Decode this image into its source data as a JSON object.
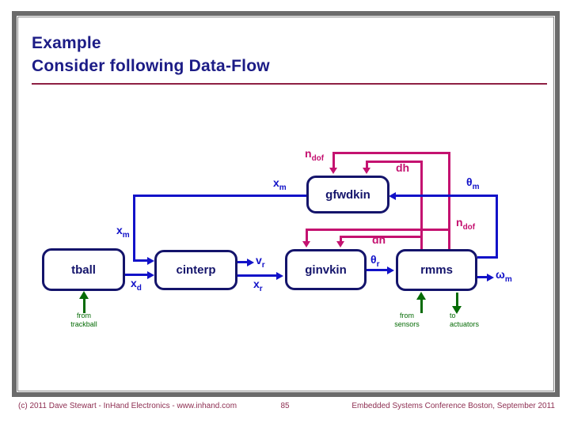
{
  "slide": {
    "title_line1": "Example",
    "title_line2": "Consider following Data-Flow"
  },
  "boxes": {
    "tball": "tball",
    "cinterp": "cinterp",
    "gfwdkin": "gfwdkin",
    "ginvkin": "ginvkin",
    "rmms": "rmms"
  },
  "signals": {
    "ndof": {
      "base": "n",
      "sub": "dof"
    },
    "dh": {
      "base": "dh",
      "sub": ""
    },
    "xm": {
      "base": "x",
      "sub": "m"
    },
    "xd": {
      "base": "x",
      "sub": "d"
    },
    "vr": {
      "base": "v",
      "sub": "r"
    },
    "xr": {
      "base": "x",
      "sub": "r"
    },
    "theta_r": {
      "base": "θ",
      "sub": "r"
    },
    "theta_m": {
      "base": "θ",
      "sub": "m"
    },
    "omega_m": {
      "base": "ω",
      "sub": "m"
    }
  },
  "annotations": {
    "trackball": {
      "line1": "from",
      "line2": "trackball"
    },
    "sensors": {
      "line1": "from",
      "line2": "sensors"
    },
    "actuators": {
      "line1": "to",
      "line2": "actuators"
    }
  },
  "footer": {
    "left": "(c) 2011 Dave Stewart - InHand Electronics - www.inhand.com",
    "page": "85",
    "right": "Embedded Systems Conference Boston, September 2011"
  },
  "colors": {
    "box_navy": "#14146b",
    "flow_blue": "#1212c8",
    "flow_pink": "#c41270",
    "io_green": "#056b05",
    "title_navy": "#1c1c86",
    "rule_maroon": "#8e1f43",
    "footer_maroon": "#8e2f52",
    "frame_gray": "#6b6b6b"
  }
}
